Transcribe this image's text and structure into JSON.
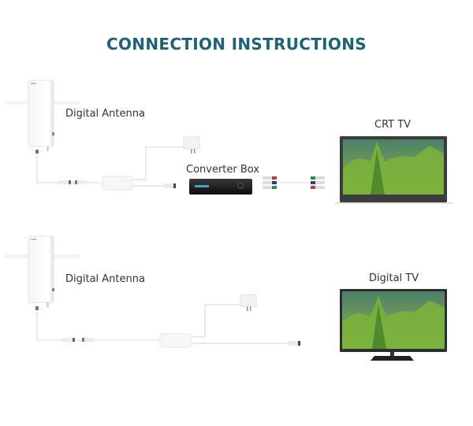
{
  "title": "CONNECTION INSTRUCTIONS",
  "colors": {
    "title": "#1d6374",
    "cable": "#eaeaea",
    "tv_bezel": "#3a3b3d",
    "screen_sky": "#5b8f6a",
    "screen_trees": "#6fa83a",
    "rca_red": "#c23a2c",
    "rca_blue": "#2b3f8c",
    "rca_green": "#2f8a5a",
    "box_display": "#3aa7c9"
  },
  "setup_crt": {
    "antenna_label": "Digital Antenna",
    "converter_label": "Converter Box",
    "tv_label": "CRT TV"
  },
  "setup_digital": {
    "antenna_label": "Digital Antenna",
    "tv_label": "Digital TV"
  }
}
